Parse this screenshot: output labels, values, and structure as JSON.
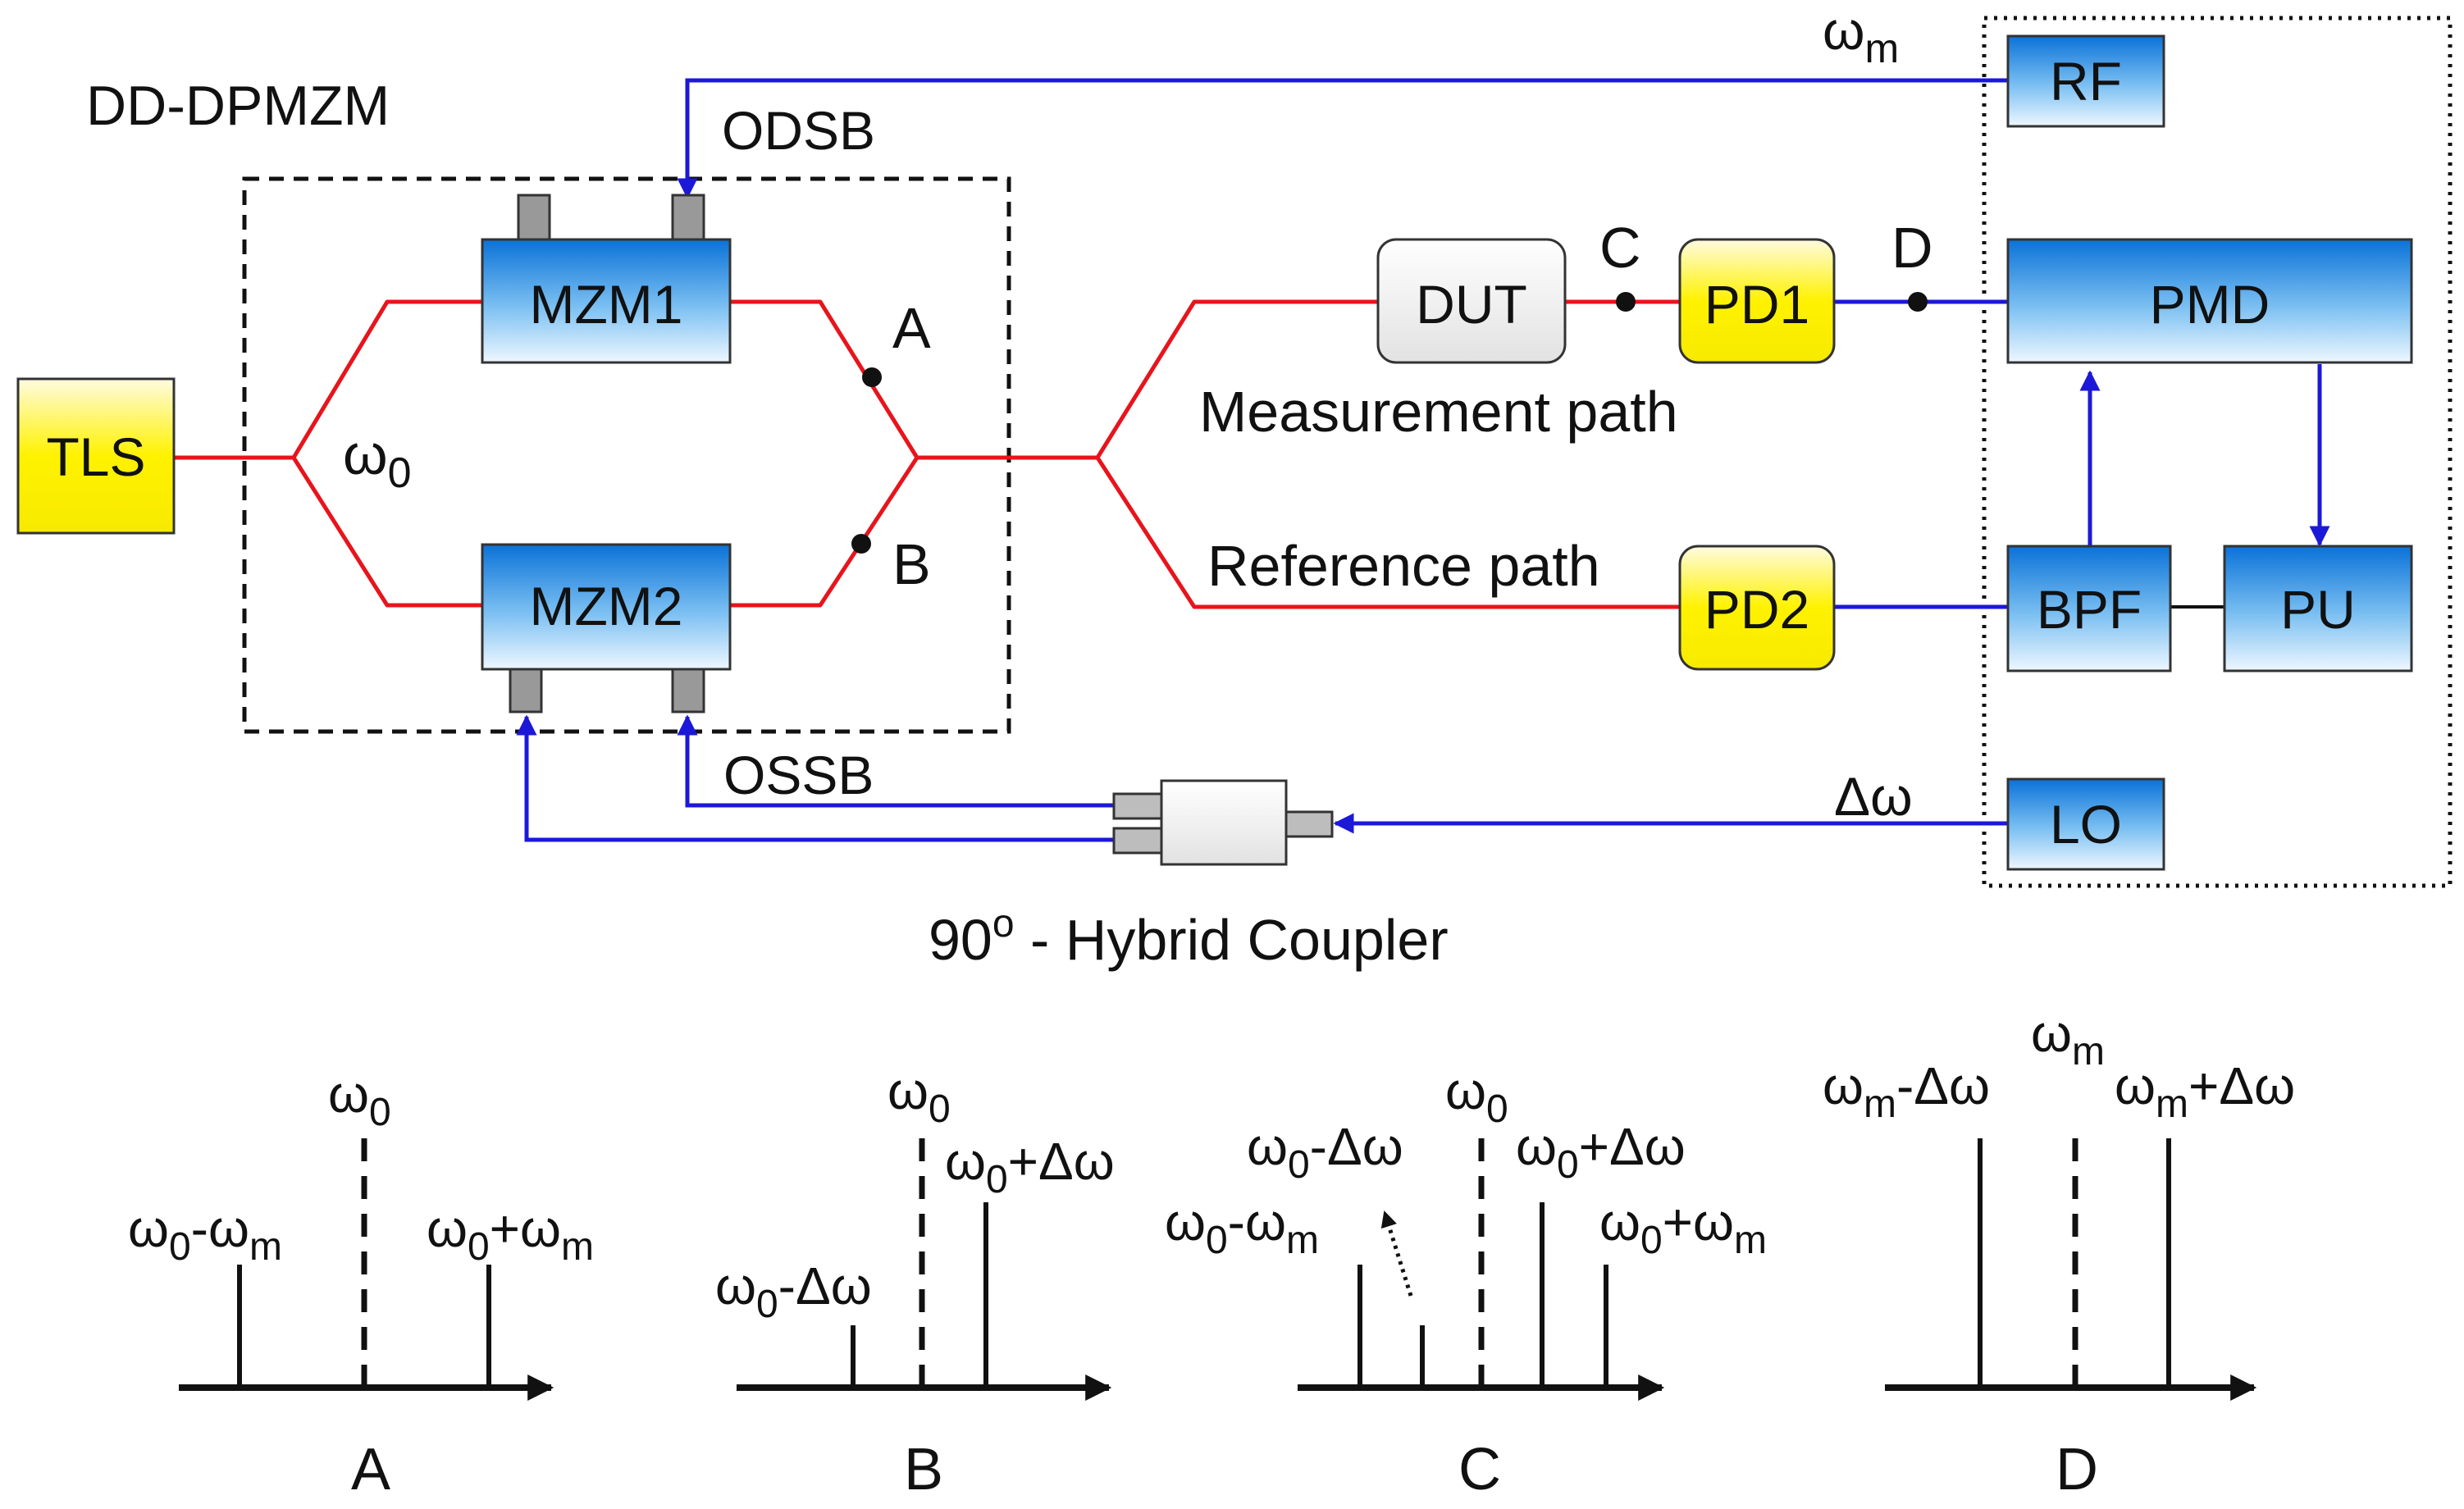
{
  "title": "DD-DPMZM",
  "modulator": {
    "mzm1": "MZM1",
    "mzm2": "MZM2",
    "odsb": "ODSB",
    "ossb": "OSSB"
  },
  "source": {
    "tls": "TLS",
    "omega0": "ω",
    "omega0_sub": "0"
  },
  "points": {
    "A": "A",
    "B": "B",
    "C": "C",
    "D": "D"
  },
  "paths": {
    "dut": "DUT",
    "pd1": "PD1",
    "pd2": "PD2",
    "measurement": "Measurement path",
    "reference": "Reference path"
  },
  "instruments": {
    "rf": "RF",
    "pmd": "PMD",
    "bpf": "BPF",
    "pu": "PU",
    "lo": "LO",
    "omega_m": "ω",
    "omega_m_sub": "m",
    "delta_omega": "Δω"
  },
  "coupler": {
    "label_pre": "90",
    "label_sup": "o",
    "label_post": " - Hybrid Coupler"
  },
  "colors": {
    "optical": "#e8141c",
    "rf": "#1c18d8",
    "yellow": "#fff200",
    "blue_box": "#1e90e8"
  },
  "spectra": {
    "A": {
      "caption": "A",
      "center": {
        "b": "ω",
        "s": "0",
        "a": ""
      },
      "left": {
        "b": "ω",
        "s": "0",
        "a": "-ω",
        "s2": "m"
      },
      "right": {
        "b": "ω",
        "s": "0",
        "a": "+ω",
        "s2": "m"
      }
    },
    "B": {
      "caption": "B",
      "center": {
        "b": "ω",
        "s": "0"
      },
      "left": {
        "b": "ω",
        "s": "0",
        "a": "-Δω"
      },
      "right": {
        "b": "ω",
        "s": "0",
        "a": "+Δω"
      }
    },
    "C": {
      "caption": "C",
      "center": {
        "b": "ω",
        "s": "0"
      },
      "ld": {
        "b": "ω",
        "s": "0",
        "a": "-Δω"
      },
      "rd": {
        "b": "ω",
        "s": "0",
        "a": "+Δω"
      },
      "lm": {
        "b": "ω",
        "s": "0",
        "a": "-ω",
        "s2": "m"
      },
      "rm": {
        "b": "ω",
        "s": "0",
        "a": "+ω",
        "s2": "m"
      }
    },
    "D": {
      "caption": "D",
      "center": {
        "b": "ω",
        "s": "m"
      },
      "left": {
        "b": "ω",
        "s": "m",
        "a": "-Δω"
      },
      "right": {
        "b": "ω",
        "s": "m",
        "a": "+Δω"
      }
    }
  }
}
